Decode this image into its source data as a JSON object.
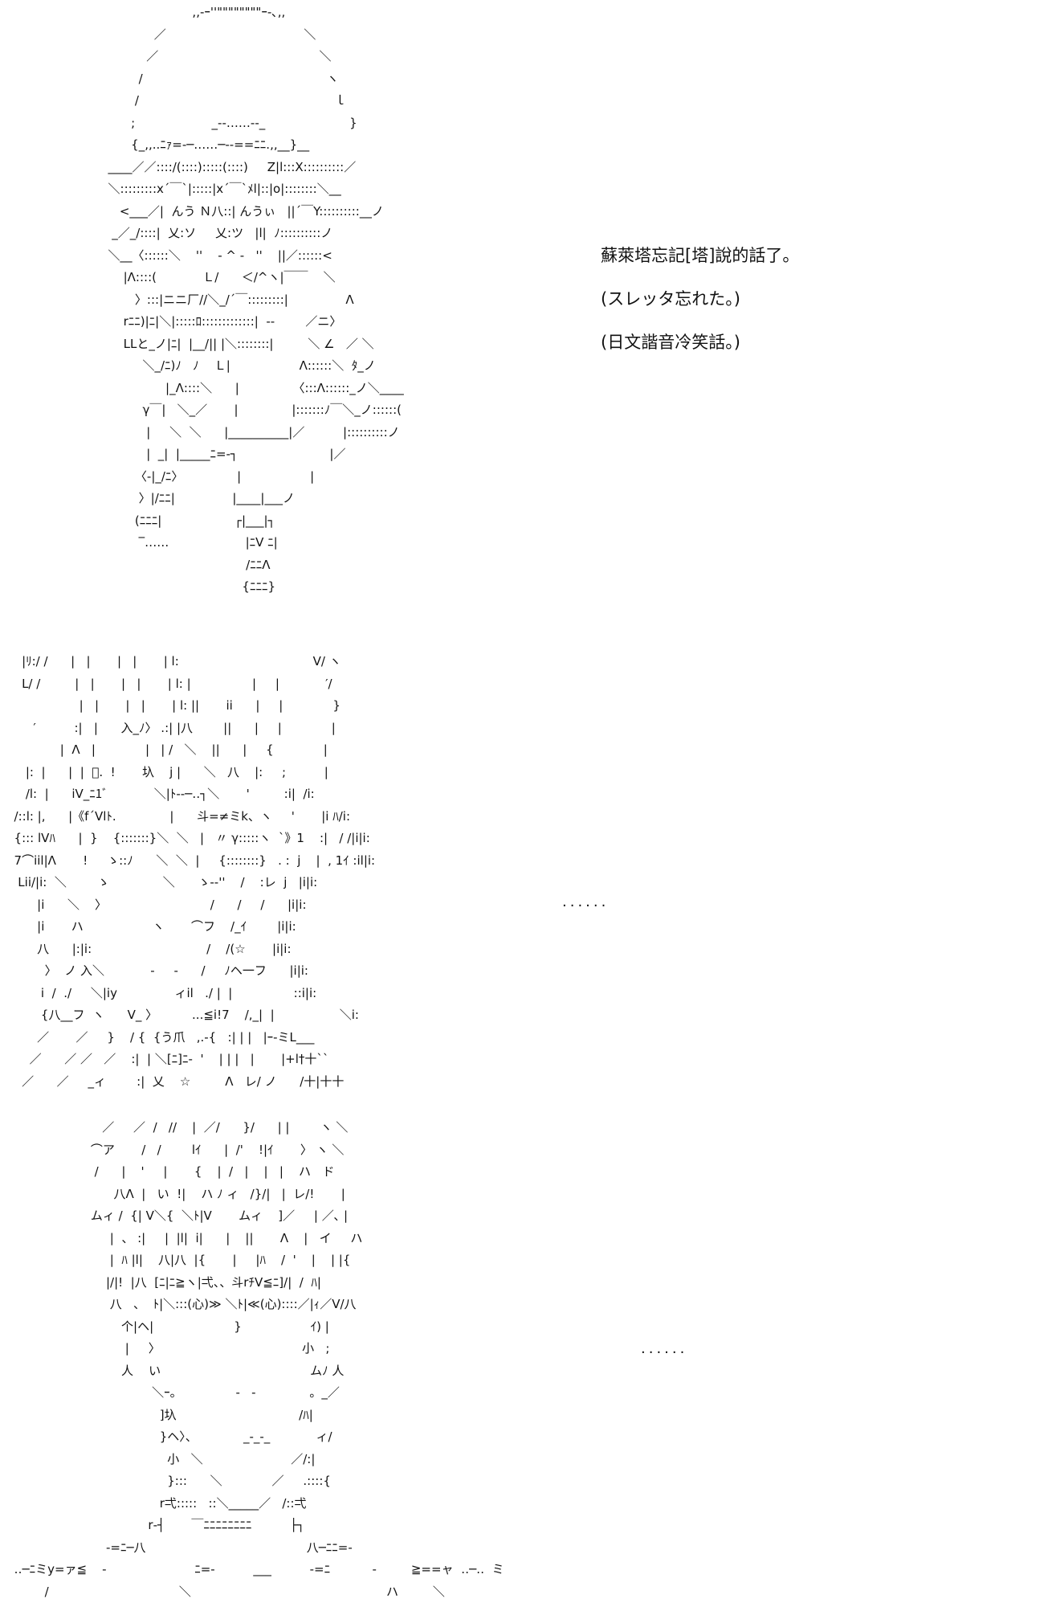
{
  "panel1": {
    "art_lines": [
      "                        ,,-ｰ''\"\"\"\"\"\"\"\"ｰ-､,,",
      "              ／                                    ＼",
      "            ／                                          ＼",
      "          /                                                ヽ",
      "         /                                                   ｌ",
      "        ;                    _--‥‥‥--_                      }",
      "        {_,,..ﾆｧ=‐─‥‥‥─‐-==ﾆﾆ.,,__}__",
      "  ____／／::::/(::::):::::(::::)     Z|l:::X::::::::::／",
      "  ＼:::::::::x´￣`|:::::|x´￣`ﾒl|::|o|::::::::＼__",
      "     <___／|  んう Ｎ八::| んうぃ   ||´￣Y::::::::::__ノ",
      "   _／_/::::|  乂:ソ     乂:ツ   |l|  ﾉ::::::::::ノ",
      "  ＼__〈::::::＼    ''    ‐ ^ ‐   ''    ||／::::::<",
      "      |Λ::::(            Ｌ/      ＜/^ヽ|￣￣    ＼",
      "         〉:::|ニニ厂//＼_/´￣:::::::::|               Λ",
      "      rﾆﾆ)|ﾆ|＼|:::::ﾛ:::::::::::::|  -‐        ／ニ〉",
      "      LLと_ノ|ﾆ|  |__/|| |＼::::::::|         ＼ ∠   ／ ＼",
      "           ＼_/ﾆ)ﾉ   ﾉ    Ｌ|                  Λ::::::＼  ﾀ_ノ",
      "                 |_Λ::::＼      |              〈:::Λ::::::_ノ＼____",
      "           γ￣|   ＼_／       |              |:::::::ﾉ￣＼_ノ::::::(",
      "            |     ＼  ＼      |__________|／          |::::::::::ノ",
      "            |  _|  |_____ﾆ=-┐                        |／",
      "         〈-|_/ﾆ〉              |                  |",
      "          〉|/ﾆﾆ|               |____|___ノ",
      "         (ﾆﾆﾆ|                   ┌|___|┐",
      "          ‾‥‥‥                    |ﾆV ﾆ|",
      "                                      /ﾆﾆΛ",
      "                                     {ﾆﾆﾆ}"
    ],
    "caption_lines": [
      "蘇萊塔忘記[塔]說的話了。",
      "(スレッタ忘れた。)",
      "(日文諧音冷笑話。)"
    ]
  },
  "panel2": {
    "art_lines": [
      "    |ﾘ:/ /      |   |       |   |       | l:                                   V/ ヽ",
      "    L/ /         |   |       |   |       | l: |                |     |            ′/",
      "                   |   |       |   |       | l: ||       ii      |     |             }",
      "       ′          :|   |      入_ﾉ〉 .:| |八        ||      |     |             |",
      "              |  Λ   |             |   | /   ＼    ||      |     {             |",
      "     |:  |      |  |  ﾞ.  !       圦    j |      ＼   八    |:     ;          |",
      "     /l:  |      iV_ﾆ1ﾞ            ＼|ﾄ‐‐─‥┐＼       '         :i|  /i:",
      "  /::l: |,      |《f´Vlﾄ.              |      斗=≠ミk、ヽ     '       |i ﾊ/i:",
      "  {::: lVﾊ      |  }    {:::::::}＼  ＼   |   〃 γ:::::ヽ  `》1    :|   / /|i|i:",
      "  7⌒iil|Λ       !     ゝ::ﾉ      ＼  ＼  |     {::::::::}   . :  j    |  , 1ｲ :il|i:",
      "   Lii/|i:  ＼        ゝ              ＼      ゝ-‐''    /    :レ  j   |i|i:",
      "        |i      ＼    〉                           /      /     /      |i|i:",
      "        |i       ハ                  ヽ       ⌒フ    /_ｲ        |i|i:",
      "        八      |:|i:                              /    /(☆       |i|i:",
      "          〉  ノ 入＼            -     -      /     ﾉヘ一フ      |i|i:",
      "         i  /  ./     ＼|iy               ィil   ./ |  |                ::i|i:",
      "         {八__フ  ヽ      V_ 〉         ...≦i!7    /,_|  |                 ＼i:",
      "        ／       ／     }    / {  {う爪   ,.-{   :| | |   |ｰ‐ミL___",
      "      ／      ／ ／   ／    :|  | ＼[ﾆ]ﾆ-  '    | | |   |       |+l†十``",
      "    ／      ／     _ィ        :|  乂    ☆         Λ   レ/ ノ      /十|十十"
    ],
    "ellipsis": "......"
  },
  "panel3": {
    "art_lines": [
      "                         ／     ／  /   //    |  ／/      }/      | |        ヽ ＼",
      "                      ⌒ア       /   /        lｲ      |  /'    !|ｲ       〉 ヽ ＼",
      "                       /      |    '     |       {    |  /   |    |   |    ハ   ド",
      "                            八Λ  |   い  !|    ハ ﾉ ィ   /}/|   |  レ/!       |",
      "                      ムィ /  {| V＼{  ＼ﾄ|V       ムィ    ]／     | ／､ |",
      "                           |  、 :|     |  |l|  i|      |    ||       Λ    |   イ     ハ",
      "                           |  ﾊ |l|    八|八  |{       |     |ﾊ    /  '    |    | |{",
      "                          |/|!  |八  [ﾆ|ﾆ≧ヽ|弌、、斗rﾁV≦ﾆ]/|  /  ﾊ|",
      "                           八   、  ﾄ|＼:::(心)≫ ＼ﾄ|≪(心)::::／|ｨ／V/八",
      "                              个|ヘ|                     }                  ｲ) |",
      "                               |     〉                                     小   ;",
      "                              人    い                                       ムﾉ 人",
      "                                      ＼ｰ。              -   -              。_／",
      "                                        ]圦                                /ﾊ|",
      "                                        }ヘ〉、            _‐_‐_            ィ/",
      "                                          小   ＼                       ／/:|",
      "                                          }:::      ＼             ／     .::::{",
      "                                        r弌:::::   ::＼_____／   /::弌",
      "                                     r‐┤       ￣ﾆﾆﾆﾆﾆﾆﾆﾆ          ├┐",
      "                          -=ﾆ─八                                          八─ﾆﾆ=-",
      "  ‥─ﾆミy=ァ≦    -                       ﾆ=-          ___          -=ﾆ           -         ≧==ャ  ‥─‥  ミ",
      "          /                                  ＼                                                   ハ         ＼"
    ],
    "ellipsis": "......"
  }
}
